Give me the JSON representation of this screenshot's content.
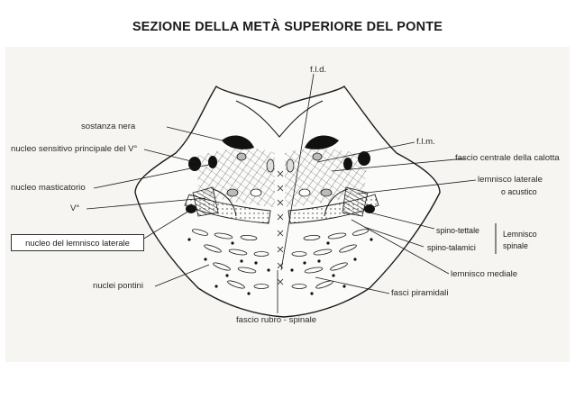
{
  "title": "SEZIONE DELLA METÀ SUPERIORE DEL PONTE",
  "labels": {
    "fld": "f.l.d.",
    "flm": "f.l.m.",
    "sostanza_nera": "sostanza nera",
    "nucleo_sensitivo": "nucleo sensitivo principale del V°",
    "nucleo_masticatorio": "nucleo masticatorio",
    "v": "V°",
    "nucleo_lemnisco_laterale": "nucleo del lemnisco laterale",
    "nuclei_pontini": "nuclei pontini",
    "fascio_rubro_spinale": "fascio rubro - spinale",
    "fasci_piramidali": "fasci piramidali",
    "lemnisco_mediale": "lemnisco mediale",
    "spino_tettale": "spino-tettale",
    "spino_talamici": "spino-talamici",
    "lemnisco_spinale_1": "Lemnisco",
    "lemnisco_spinale_2": "spinale",
    "fascio_centrale": "fascio centrale della calotta",
    "lemnisco_laterale": "lemnisco laterale",
    "o_acustico": "o acustico"
  },
  "colors": {
    "ink": "#1b1b1b",
    "paper": "#f6f5f2",
    "background": "#ffffff"
  }
}
